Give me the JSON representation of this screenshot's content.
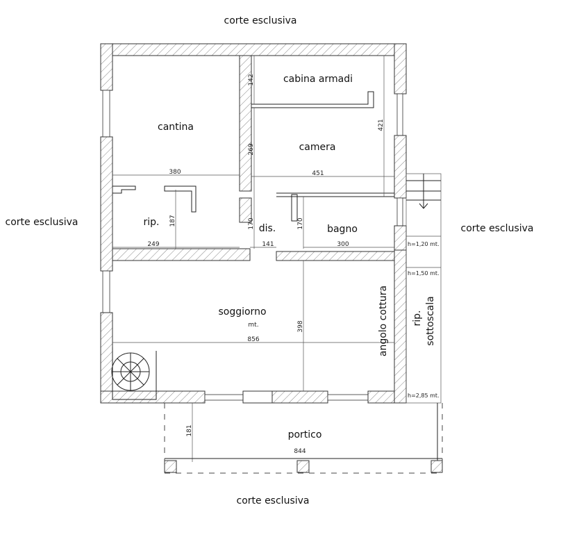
{
  "surroundings": {
    "top": "corte esclusiva",
    "left": "corte esclusiva",
    "right": "corte esclusiva",
    "bottom": "corte esclusiva"
  },
  "rooms": {
    "cantina": "cantina",
    "cabina_armadi": "cabina armadi",
    "camera": "camera",
    "rip": "rip.",
    "dis": "dis.",
    "bagno": "bagno",
    "soggiorno": "soggiorno",
    "soggiorno_unit": "mt.",
    "angolo_cottura": "angolo cottura",
    "rip_sottoscala_1": "rip.",
    "rip_sottoscala_2": "sottoscala",
    "portico": "portico"
  },
  "dimensions": {
    "cabina_height": "142",
    "camera_height": "269",
    "camera_total_height": "421",
    "cantina_width": "380",
    "camera_width": "451",
    "rip_height": "187",
    "dis_height_left": "170",
    "dis_height_right": "170",
    "rip_width": "249",
    "dis_width": "141",
    "bagno_width": "300",
    "soggiorno_height": "398",
    "soggiorno_width": "856",
    "portico_depth": "181",
    "portico_width": "844"
  },
  "heights": {
    "h1": "h=1,20 mt.",
    "h2": "h=1,50 mt.",
    "h3": "h=2,85 mt."
  }
}
